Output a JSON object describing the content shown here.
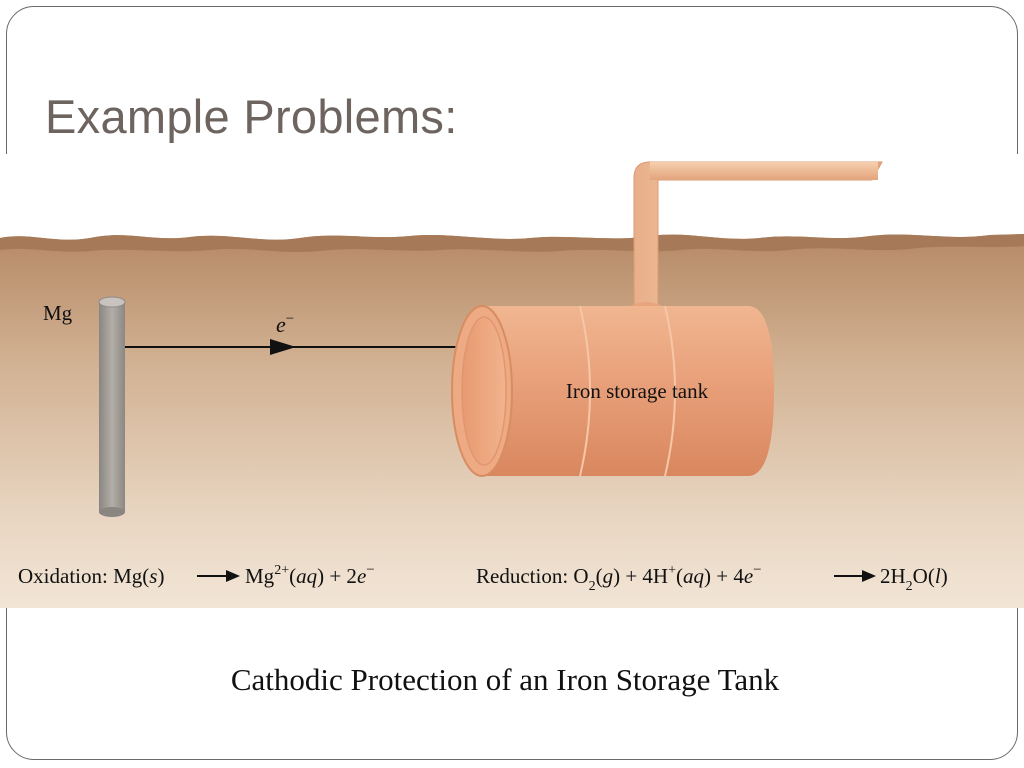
{
  "slide": {
    "title": "Example Problems:",
    "caption": "Cathodic Protection of an Iron Storage Tank"
  },
  "figure": {
    "anode_label": "Mg",
    "electron_label": "e",
    "electron_charge": "−",
    "tank_label": "Iron storage tank",
    "oxidation": {
      "prefix": "Oxidation: Mg(",
      "state1": "s",
      "mid1": ")",
      "product_ion": "Mg",
      "product_charge": "2+",
      "open2": "(",
      "state2": "aq",
      "close2": ") + 2",
      "electron": "e",
      "electron_charge": "−"
    },
    "reduction": {
      "prefix": "Reduction: O",
      "o2_sub": "2",
      "open1": "(",
      "state1": "g",
      "close1": ") + 4H",
      "h_charge": "+",
      "open2": "(",
      "state2": "aq",
      "close2": ") + 4",
      "electron": "e",
      "electron_charge": "−",
      "product_pre": "2H",
      "h2_sub": "2",
      "product_mid": "O(",
      "state3": "l",
      "product_end": ")"
    },
    "colors": {
      "soil_top": "#b98e6a",
      "soil_bottom": "#f1e3d3",
      "tank": "#e59a72",
      "mg_rod": "#9a9590"
    }
  }
}
